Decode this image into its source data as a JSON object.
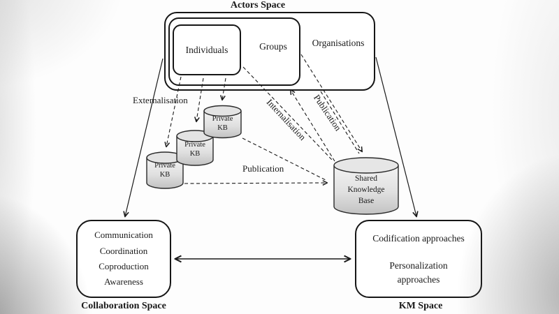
{
  "title": "Actors Space",
  "actors": {
    "individuals": "Individuals",
    "groups": "Groups",
    "organisations": "Organisations"
  },
  "flows": {
    "externalisation": "Externalisation",
    "internalisation": "Internalisation",
    "publication_upper": "Publication",
    "publication_lower": "Publication"
  },
  "knowledge_bases": {
    "private_labels": [
      "Private\nKB",
      "Private\nKB",
      "Private\nKB"
    ],
    "shared_label": "Shared\nKnowledge\nBase"
  },
  "collaboration_space": {
    "activities": "Communication\nCoordination\nCoproduction\nAwareness",
    "caption": "Collaboration Space"
  },
  "km_space": {
    "approaches": "Codification approaches\n\nPersonalization\napproaches",
    "caption": "KM Space"
  },
  "colors": {
    "line": "#1a1a1a",
    "cylinder_top": "#e3e3e3",
    "cylinder_body_light": "#f3f3f3",
    "cylinder_body_dark": "#c2c2c2",
    "background": "#ffffff"
  }
}
